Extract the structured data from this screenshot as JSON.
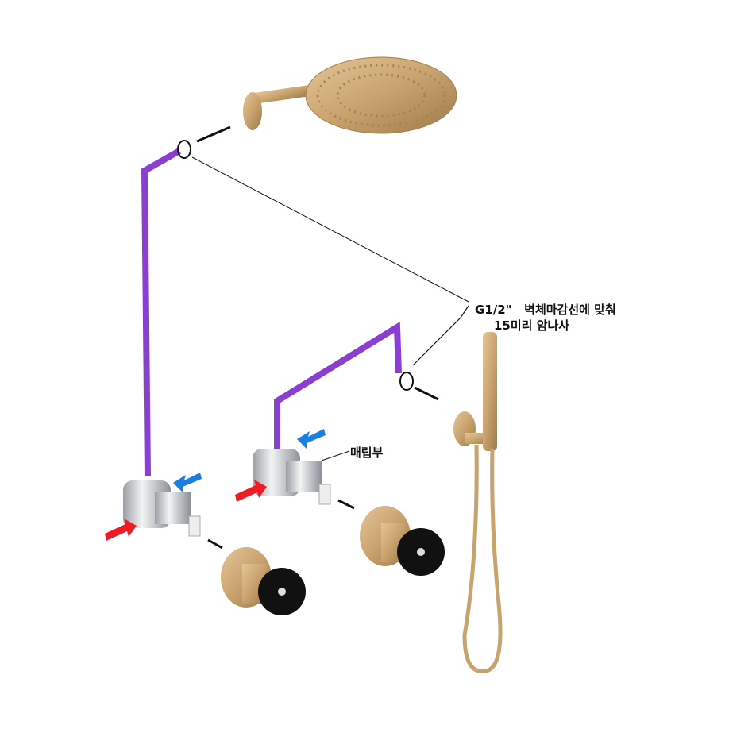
{
  "annotations": {
    "thread_label": "G1/2\"",
    "thread_note_line1": "벽체마감선에 맞춰",
    "thread_note_line2": "15미리 암나사",
    "embedded_part": "매립부"
  },
  "colors": {
    "pipe": "#8a3fd0",
    "hot_arrow": "#ee1c24",
    "cold_arrow": "#1a7fe0",
    "brass": "#c9a36e",
    "handle": "#111111"
  }
}
